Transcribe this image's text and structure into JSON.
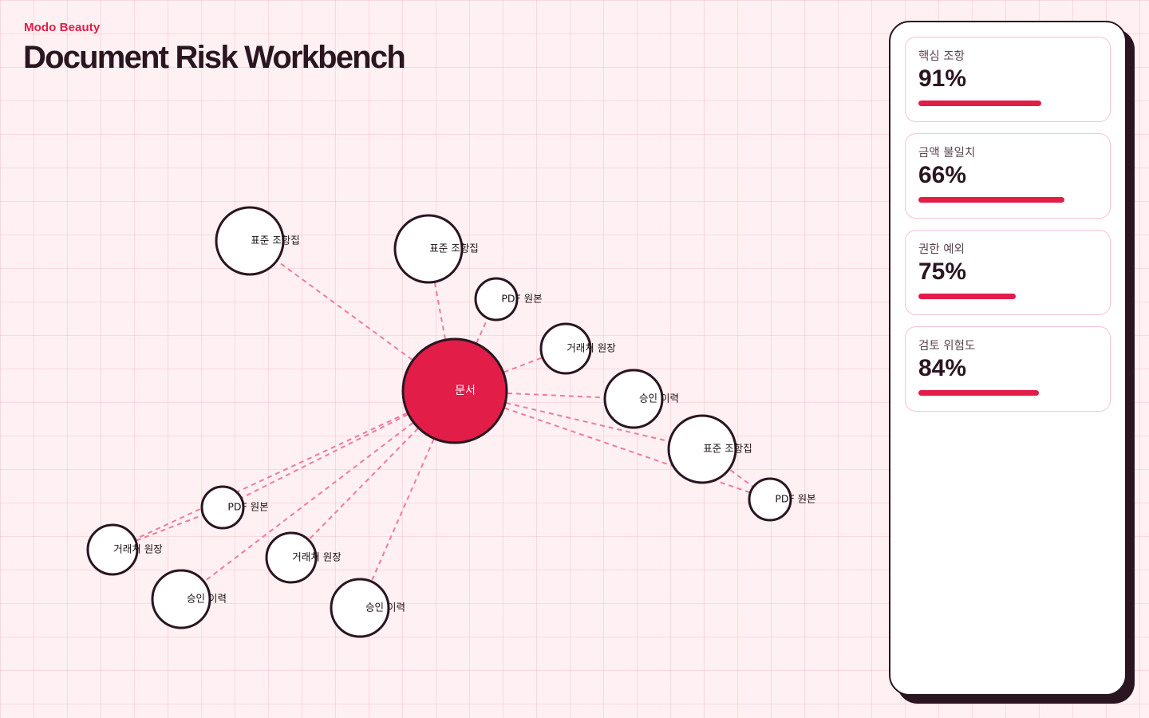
{
  "brand": "Modo Beauty",
  "title": "Document Risk Workbench",
  "colors": {
    "accent": "#e11d48",
    "ink": "#2a1520",
    "edge": "#f07a9c",
    "background": "#fff1f3"
  },
  "graph": {
    "hub": {
      "label": "문서"
    },
    "nodes": [
      {
        "label": "표준 조항집"
      },
      {
        "label": "표준 조항집"
      },
      {
        "label": "PDF 원본"
      },
      {
        "label": "거래처 원장"
      },
      {
        "label": "승인 이력"
      },
      {
        "label": "표준 조항집"
      },
      {
        "label": "PDF 원본"
      },
      {
        "label": "PDF 원본"
      },
      {
        "label": "거래처 원장"
      },
      {
        "label": "거래처 원장"
      },
      {
        "label": "승인 이력"
      },
      {
        "label": "승인 이력"
      }
    ]
  },
  "metrics": [
    {
      "label": "핵심 조항",
      "value": "91%",
      "level": 0.77
    },
    {
      "label": "금액 불일치",
      "value": "66%",
      "level": 0.915
    },
    {
      "label": "권한 예외",
      "value": "75%",
      "level": 0.61
    },
    {
      "label": "검토 위험도",
      "value": "84%",
      "level": 0.755
    }
  ]
}
